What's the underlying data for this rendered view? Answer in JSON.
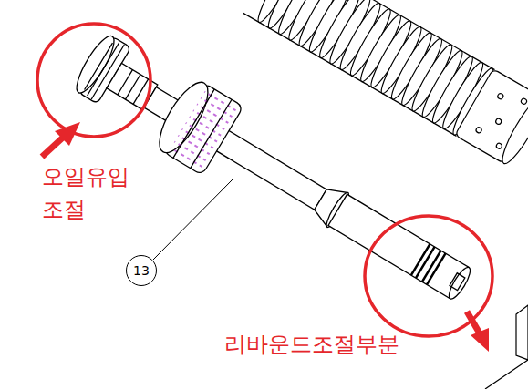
{
  "diagram": {
    "nodes": [
      {
        "text": [
          "13"
        ]
      }
    ],
    "labels": [
      "오일유입 조절",
      "리바운드조절부분"
    ]
  }
}
